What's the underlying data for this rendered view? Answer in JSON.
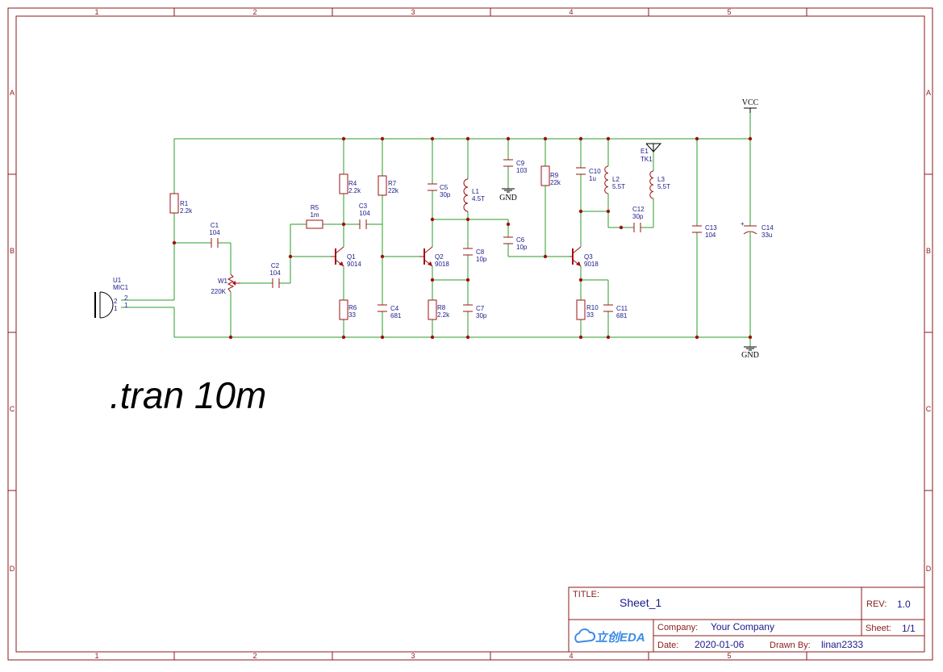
{
  "frame": {
    "columns": [
      "1",
      "2",
      "3",
      "4",
      "5"
    ],
    "rows": [
      "A",
      "B",
      "C",
      "D"
    ]
  },
  "colors": {
    "frame": "#8b1a1a",
    "wire": "#2a9d2a",
    "component": "#a01010",
    "label": "#1a1a8a"
  },
  "power": {
    "vcc": "VCC",
    "gnd": "GND"
  },
  "components": {
    "R1": {
      "ref": "R1",
      "value": "2.2k"
    },
    "C1": {
      "ref": "C1",
      "value": "104"
    },
    "W1": {
      "ref": "W1",
      "value": "220K"
    },
    "U1": {
      "ref": "U1",
      "value": "MIC1",
      "pin2": "2",
      "pin1": "1"
    },
    "C2": {
      "ref": "C2",
      "value": "104"
    },
    "R5": {
      "ref": "R5",
      "value": "1m"
    },
    "R4": {
      "ref": "R4",
      "value": "2.2k"
    },
    "C3": {
      "ref": "C3",
      "value": "104"
    },
    "Q1": {
      "ref": "Q1",
      "value": "9014"
    },
    "R6": {
      "ref": "R6",
      "value": "33"
    },
    "R7": {
      "ref": "R7",
      "value": "22k"
    },
    "C4": {
      "ref": "C4",
      "value": "681"
    },
    "C5": {
      "ref": "C5",
      "value": "30p"
    },
    "Q2": {
      "ref": "Q2",
      "value": "9018"
    },
    "R8": {
      "ref": "R8",
      "value": "2.2k"
    },
    "L1": {
      "ref": "L1",
      "value": "4.5T"
    },
    "C8": {
      "ref": "C8",
      "value": "10p"
    },
    "C7": {
      "ref": "C7",
      "value": "30p"
    },
    "C9": {
      "ref": "C9",
      "value": "103"
    },
    "C6": {
      "ref": "C6",
      "value": "10p"
    },
    "R9": {
      "ref": "R9",
      "value": "22k"
    },
    "C10": {
      "ref": "C10",
      "value": "1u"
    },
    "Q3": {
      "ref": "Q3",
      "value": "9018"
    },
    "R10": {
      "ref": "R10",
      "value": "33"
    },
    "C11": {
      "ref": "C11",
      "value": "681"
    },
    "L2": {
      "ref": "L2",
      "value": "5.5T"
    },
    "E1": {
      "ref": "E1",
      "value": "TK1"
    },
    "L3": {
      "ref": "L3",
      "value": "5.5T"
    },
    "C12": {
      "ref": "C12",
      "value": "30p"
    },
    "C13": {
      "ref": "C13",
      "value": "104"
    },
    "C14": {
      "ref": "C14",
      "value": "33u",
      "polarity": "+"
    }
  },
  "directive": ".tran 10m",
  "title_block": {
    "title_label": "TITLE:",
    "title": "Sheet_1",
    "rev_label": "REV:",
    "rev": "1.0",
    "company_label": "Company:",
    "company": "Your Company",
    "sheet_label": "Sheet:",
    "sheet": "1/1",
    "date_label": "Date:",
    "date": "2020-01-06",
    "drawn_label": "Drawn By:",
    "drawn_by": "linan2333",
    "logo": "立创EDA"
  }
}
